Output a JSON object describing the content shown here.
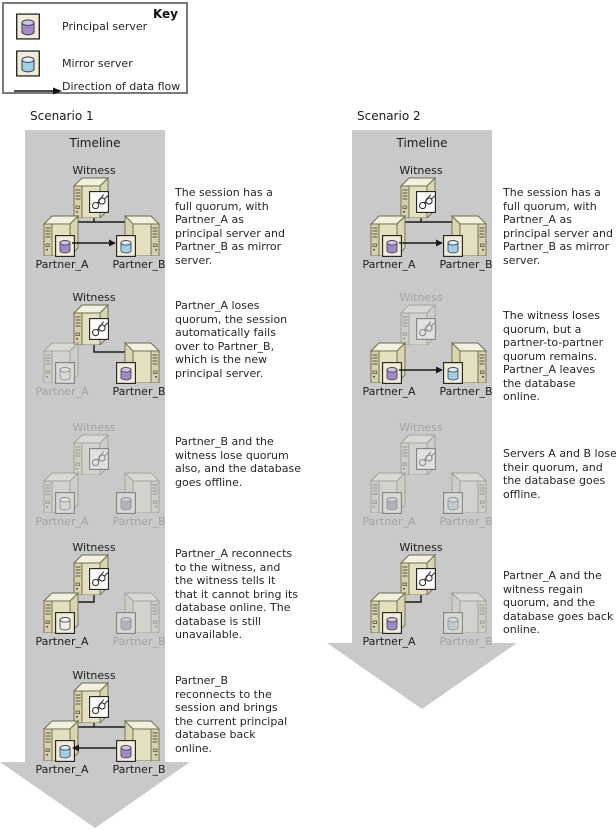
{
  "key": {
    "title": "Key",
    "principal_label": "Principal server",
    "mirror_label": "Mirror server",
    "flow_label": "Direction of data flow"
  },
  "labels": {
    "timeline": "Timeline",
    "witness": "Witness",
    "partner_a": "Partner_A",
    "partner_b": "Partner_B"
  },
  "scenario1": {
    "title": "Scenario 1",
    "steps": [
      {
        "description": "The session has a full quorum, with Partner_A as principal server and Partner_B as mirror server.",
        "witness": "active",
        "partner_a": "principal",
        "partner_b": "mirror",
        "data_flow": "A_to_B"
      },
      {
        "description": "Partner_A loses quorum, the session automatically fails over to Partner_B, which is the new principal server.",
        "witness": "active",
        "partner_a": "lost-quorum",
        "partner_b": "principal",
        "data_flow": "none"
      },
      {
        "description": "Partner_B and the witness lose quorum also, and the database goes offline.",
        "witness": "lost-quorum",
        "partner_a": "lost-quorum",
        "partner_b": "lost-quorum",
        "data_flow": "none"
      },
      {
        "description": "Partner_A reconnects to the witness, and the witness tells it that it cannot bring its database online. The database is still unavailable.",
        "witness": "active",
        "partner_a": "connected-db-unavailable",
        "partner_b": "lost-quorum",
        "data_flow": "none"
      },
      {
        "description": "Partner_B reconnects to the session and brings the current principal database back online.",
        "witness": "active",
        "partner_a": "mirror",
        "partner_b": "principal",
        "data_flow": "B_to_A"
      }
    ]
  },
  "scenario2": {
    "title": "Scenario 2",
    "steps": [
      {
        "description": "The session has a full quorum, with Partner_A as principal server and Partner_B as mirror server.",
        "witness": "active",
        "partner_a": "principal",
        "partner_b": "mirror",
        "data_flow": "A_to_B"
      },
      {
        "description": "The witness loses quorum, but a partner-to-partner quorum remains. Partner_A leaves the database online.",
        "witness": "lost-quorum",
        "partner_a": "principal",
        "partner_b": "mirror",
        "data_flow": "A_to_B"
      },
      {
        "description": "Servers A and B lose their quorum, and the database goes offline.",
        "witness": "lost-quorum",
        "partner_a": "lost-quorum",
        "partner_b": "lost-quorum",
        "data_flow": "none"
      },
      {
        "description": "Partner_A and the witness regain quorum, and the database goes back online.",
        "witness": "active",
        "partner_a": "principal",
        "partner_b": "lost-quorum",
        "data_flow": "none"
      }
    ]
  },
  "colors": {
    "timeline_gray": "#c9c9c9",
    "principal_db": "#a288c8",
    "principal_db_top": "#d2c4e6",
    "mirror_db": "#9ed0ea",
    "mirror_db_top": "#d8eef8",
    "server_body": "#e4e0bf"
  }
}
